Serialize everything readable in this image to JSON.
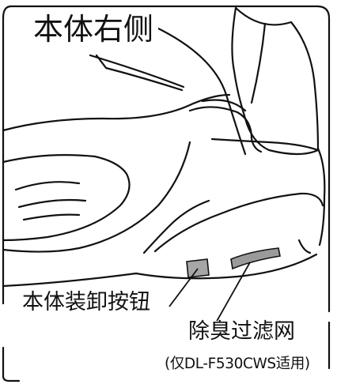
{
  "title": "本体右侧",
  "callouts": {
    "mount_button": "本体装卸按钮",
    "filter": "除臭过滤网",
    "filter_note": "(仅DL-F530CWS适用)"
  },
  "colors": {
    "line": "#111111",
    "button_fill": "#a6a6a6",
    "filter_fill": "#9a9a9a",
    "background": "#ffffff"
  }
}
